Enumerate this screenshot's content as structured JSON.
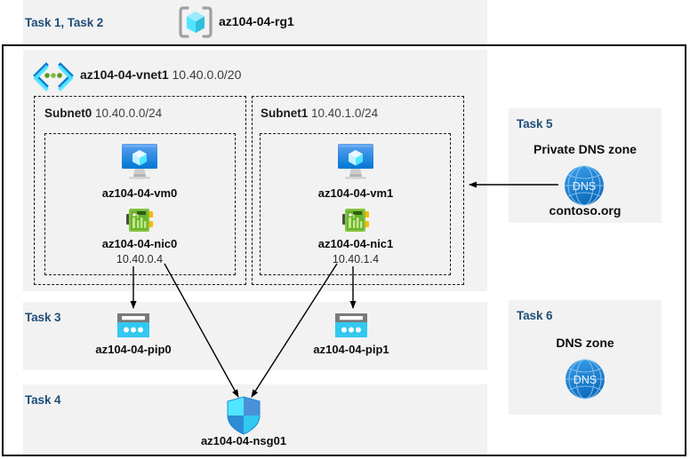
{
  "diagram": {
    "title_context": "Azure AZ-104 Lab 04 resource topology",
    "colors": {
      "panel_bg": "#f2f2f2",
      "task_label": "#1f4e79",
      "azure_blue": "#0078d4",
      "cyan": "#32c8f0",
      "nic_green": "#7fba42",
      "border": "#000000"
    }
  },
  "header": {
    "task_label": "Task 1, Task 2",
    "resource_group_icon": "resource-group-icon",
    "resource_group_name": "az104-04-rg1"
  },
  "vnet": {
    "icon": "virtual-network-icon",
    "name": "az104-04-vnet1",
    "cidr": "10.40.0.0/20"
  },
  "subnets": [
    {
      "name": "Subnet0",
      "cidr": "10.40.0.0/24",
      "vm": {
        "icon": "virtual-machine-icon",
        "name": "az104-04-vm0"
      },
      "nic": {
        "icon": "network-interface-icon",
        "name": "az104-04-nic0",
        "ip": "10.40.0.4"
      }
    },
    {
      "name": "Subnet1",
      "cidr": "10.40.1.0/24",
      "vm": {
        "icon": "virtual-machine-icon",
        "name": "az104-04-vm1"
      },
      "nic": {
        "icon": "network-interface-icon",
        "name": "az104-04-nic1",
        "ip": "10.40.1.4"
      }
    }
  ],
  "task3": {
    "task_label": "Task 3",
    "public_ips": [
      {
        "icon": "public-ip-address-icon",
        "name": "az104-04-pip0"
      },
      {
        "icon": "public-ip-address-icon",
        "name": "az104-04-pip1"
      }
    ]
  },
  "task4": {
    "task_label": "Task 4",
    "nsg": {
      "icon": "network-security-group-icon",
      "name": "az104-04-nsg01"
    }
  },
  "task5": {
    "task_label": "Task 5",
    "heading": "Private DNS zone",
    "icon": "dns-zone-icon",
    "icon_text": "DNS",
    "zone_name": "contoso.org"
  },
  "task6": {
    "task_label": "Task 6",
    "heading": "DNS zone",
    "icon": "dns-zone-icon",
    "icon_text": "DNS"
  },
  "connectors": [
    {
      "name": "nic0-to-pip0",
      "from": "az104-04-nic0",
      "to": "az104-04-pip0"
    },
    {
      "name": "nic0-to-nsg01",
      "from": "az104-04-nic0",
      "to": "az104-04-nsg01"
    },
    {
      "name": "nic1-to-pip1",
      "from": "az104-04-nic1",
      "to": "az104-04-pip1"
    },
    {
      "name": "nic1-to-nsg01",
      "from": "az104-04-nic1",
      "to": "az104-04-nsg01"
    },
    {
      "name": "private-dns-to-vm1",
      "from": "contoso.org",
      "to": "az104-04-vm1"
    }
  ]
}
